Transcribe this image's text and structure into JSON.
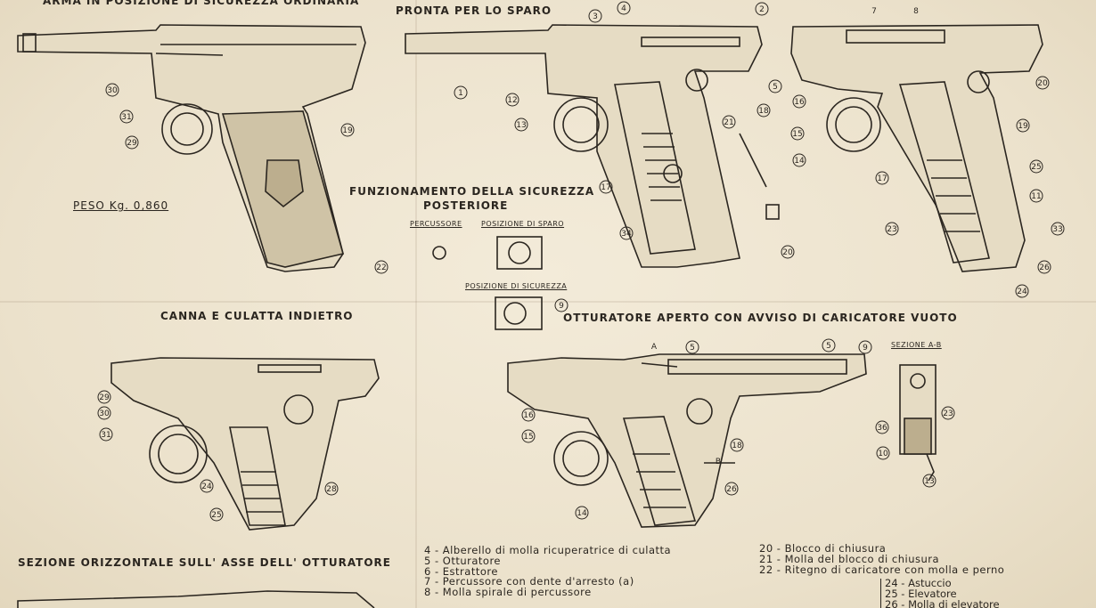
{
  "headings": {
    "top_left": "ARMA IN POSIZIONE DI SICUREZZA ORDINARIA",
    "top_center": "PRONTA PER LO SPARO",
    "safety_title_1": "FUNZIONAMENTO DELLA SICUREZZA",
    "safety_title_2": "POSTERIORE",
    "percussore": "PERCUSSORE",
    "posizione_sparo": "POSIZIONE DI SPARO",
    "posizione_sicurezza": "POSIZIONE DI SICUREZZA",
    "barrel_back": "CANNA E CULATTA INDIETRO",
    "bolt_open": "OTTURATORE APERTO CON AVVISO DI CARICATORE VUOTO",
    "section_ab": "SEZIONE A-B",
    "horizontal_section": "SEZIONE ORIZZONTALE SULL' ASSE DELL' OTTURATORE",
    "peso": "PESO Kg. 0,860"
  },
  "legend_left": [
    "4 - Alberello di molla ricuperatrice di culatta",
    "5 - Otturatore",
    "6 - Estrattore",
    "7 - Percussore con dente d'arresto (a)",
    "8 - Molla spirale di percussore"
  ],
  "legend_right": [
    "20 - Blocco di chiusura",
    "21 - Molla del blocco di chiusura",
    "22 - Ritegno di caricatore con molla e perno"
  ],
  "legend_sub": [
    "24 - Astuccio",
    "25 - Elevatore",
    "26 - Molla di elevatore"
  ],
  "callouts": {
    "fig1": [
      "30",
      "31",
      "29",
      "19",
      "22"
    ],
    "fig2": [
      "1",
      "12",
      "13",
      "2",
      "3",
      "4",
      "5",
      "18",
      "21",
      "17",
      "34",
      "20"
    ],
    "fig3": [
      "7",
      "8",
      "16",
      "15",
      "14",
      "17",
      "20",
      "19",
      "25",
      "11",
      "33",
      "23",
      "26",
      "24"
    ],
    "fig4": [
      "29",
      "30",
      "31",
      "24",
      "28",
      "25"
    ],
    "fig5": [
      "A",
      "5",
      "5",
      "9",
      "16",
      "15",
      "18",
      "B",
      "26",
      "14"
    ],
    "fig6": [
      "36",
      "10",
      "23",
      "13"
    ],
    "safety": [
      "9"
    ]
  },
  "colors": {
    "paper": "#efe6d2",
    "ink": "#2b2620"
  }
}
